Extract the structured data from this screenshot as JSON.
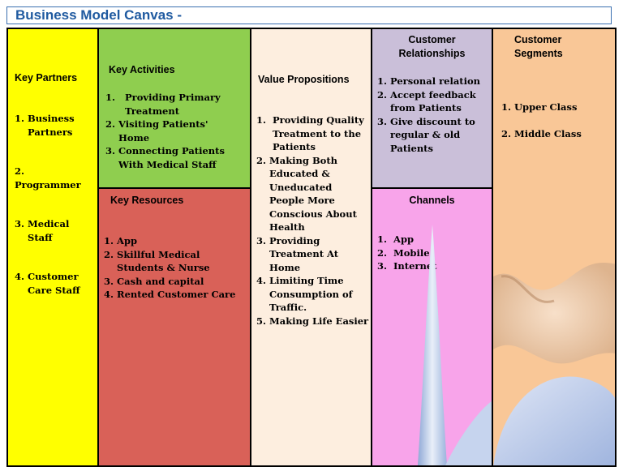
{
  "title": "Business Model Canvas -",
  "key_partners": {
    "heading": "Key Partners",
    "items": [
      {
        "n": "1.",
        "t": "Business Partners"
      },
      {
        "n": "2.",
        "t": "Programmer"
      },
      {
        "n": "3.",
        "t": "Medical Staff"
      },
      {
        "n": "4.",
        "t": "Customer Care  Staff"
      }
    ]
  },
  "key_activities": {
    "heading": "Key Activities",
    "items": [
      {
        "n": "1.",
        "t": "Providing Primary Treatment"
      },
      {
        "n": "2.",
        "t": "Visiting Patients' Home"
      },
      {
        "n": "3.",
        "t": "Connecting Patients With Medical Staff"
      }
    ]
  },
  "key_resources": {
    "heading": "Key Resources",
    "items": [
      {
        "n": "1.",
        "t": "App"
      },
      {
        "n": "2.",
        "t": "Skillful Medical Students & Nurse"
      },
      {
        "n": "3.",
        "t": "Cash and capital"
      },
      {
        "n": "4.",
        "t": "Rented Customer Care"
      }
    ]
  },
  "value_propositions": {
    "heading": "Value Propositions",
    "items": [
      {
        "n": "1.",
        "t": "Providing Quality Treatment to the Patients"
      },
      {
        "n": "2.",
        "t": "Making Both Educated & Uneducated People More Conscious About Health"
      },
      {
        "n": "3.",
        "t": "Providing Treatment At Home"
      },
      {
        "n": "4.",
        "t": "Limiting Time Consumption of Traffic."
      },
      {
        "n": "5.",
        "t": "Making Life Easier"
      }
    ]
  },
  "customer_relationships": {
    "heading_line1": "Customer",
    "heading_line2": "Relationships",
    "items": [
      {
        "n": "1.",
        "t": "Personal relation"
      },
      {
        "n": "2.",
        "t": "Accept feedback from Patients"
      },
      {
        "n": "3.",
        "t": "Give discount to regular & old Patients"
      }
    ]
  },
  "channels": {
    "heading": "Channels",
    "items": [
      {
        "n": "1.",
        "t": "App"
      },
      {
        "n": "2.",
        "t": "Mobile"
      },
      {
        "n": "3.",
        "t": "Internet"
      }
    ]
  },
  "customer_segments": {
    "heading_line1": "Customer",
    "heading_line2": "Segments",
    "items": [
      {
        "n": "1.",
        "t": "Upper Class"
      },
      {
        "n": "2.",
        "t": "Middle Class"
      }
    ]
  },
  "colors": {
    "key_partners": "#ffff00",
    "key_activities": "#8fce4f",
    "key_resources": "#d96158",
    "value_propositions": "#fdeedf",
    "customer_relationships": "#cabfd9",
    "channels": "#f8a4ea",
    "customer_segments": "#f9c797",
    "title": "#1f5aa0"
  }
}
